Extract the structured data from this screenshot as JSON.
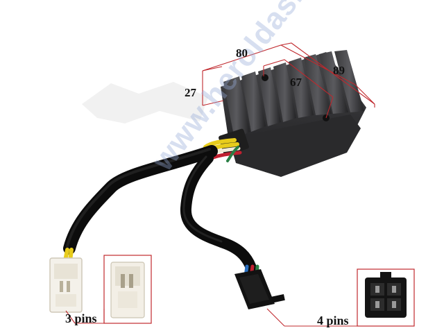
{
  "image": {
    "subject": "Voltage rectifier regulator with wiring harness and two connectors",
    "background_color": "#ffffff",
    "accent_color": "#c0282d"
  },
  "dimensions": {
    "length": "80",
    "width": "89",
    "inner": "67",
    "height": "27"
  },
  "connectors": {
    "left_label": "3 pins",
    "right_label": "4 pins"
  },
  "watermark": "www.heroldas.lt"
}
